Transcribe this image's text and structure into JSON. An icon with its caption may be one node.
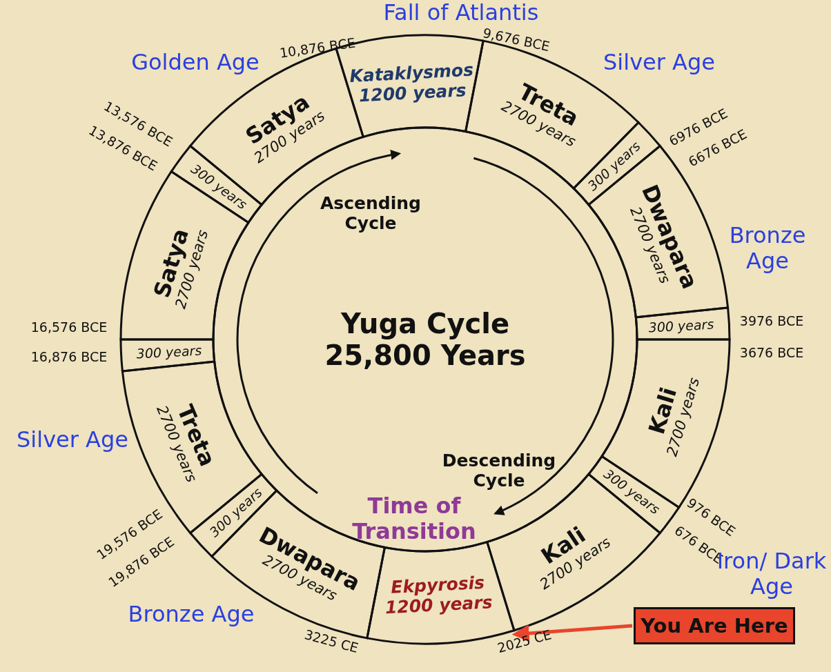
{
  "diagram": {
    "nodes": [
      {
        "text": [
          "Kataklysmos",
          "1200 years"
        ]
      },
      {
        "text": [
          "Treta",
          "2700 years"
        ]
      },
      {
        "text": [
          "300 years"
        ]
      },
      {
        "text": [
          "Dwapara",
          "2700 years"
        ]
      },
      {
        "text": [
          "300 years"
        ]
      },
      {
        "text": [
          "Kali",
          "2700 years"
        ]
      },
      {
        "text": [
          "300 years"
        ]
      },
      {
        "text": [
          "Kali",
          "2700 years"
        ]
      },
      {
        "text": [
          "Ekpyrosis",
          "1200 years"
        ]
      },
      {
        "text": [
          "Dwapara",
          "2700 years"
        ]
      },
      {
        "text": [
          "300 years"
        ]
      },
      {
        "text": [
          "Treta",
          "2700 years"
        ]
      },
      {
        "text": [
          "300 years"
        ]
      },
      {
        "text": [
          "Satya",
          "2700 years"
        ]
      },
      {
        "text": [
          "300 years"
        ]
      },
      {
        "text": [
          "Satya",
          "2700 years"
        ]
      },
      {
        "text": [
          "Yuga Cycle 25,800 Years"
        ]
      },
      {
        "text": [
          "You Are Here"
        ]
      }
    ],
    "edges": [
      {
        "from": 17,
        "to": 8,
        "arrow": "to",
        "color": "#e8452c"
      }
    ],
    "labels": [
      "Fall of Atlantis",
      "10,876 BCE",
      "9,676 BCE",
      "Golden Age",
      "Silver Age",
      "13,576 BCE",
      "6976 BCE",
      "13,876 BCE",
      "6676 BCE",
      "Ascending Cycle",
      "Bronze Age",
      "16,576 BCE",
      "3976 BCE",
      "16,876 BCE",
      "3676 BCE",
      "Silver Age",
      "Descending Cycle",
      "Time of Transition",
      "976 BCE",
      "19,576 BCE",
      "676 BCE",
      "19,876 BCE",
      "Iron/ Dark Age",
      "Bronze Age",
      "3225 CE",
      "2025 CE"
    ]
  }
}
